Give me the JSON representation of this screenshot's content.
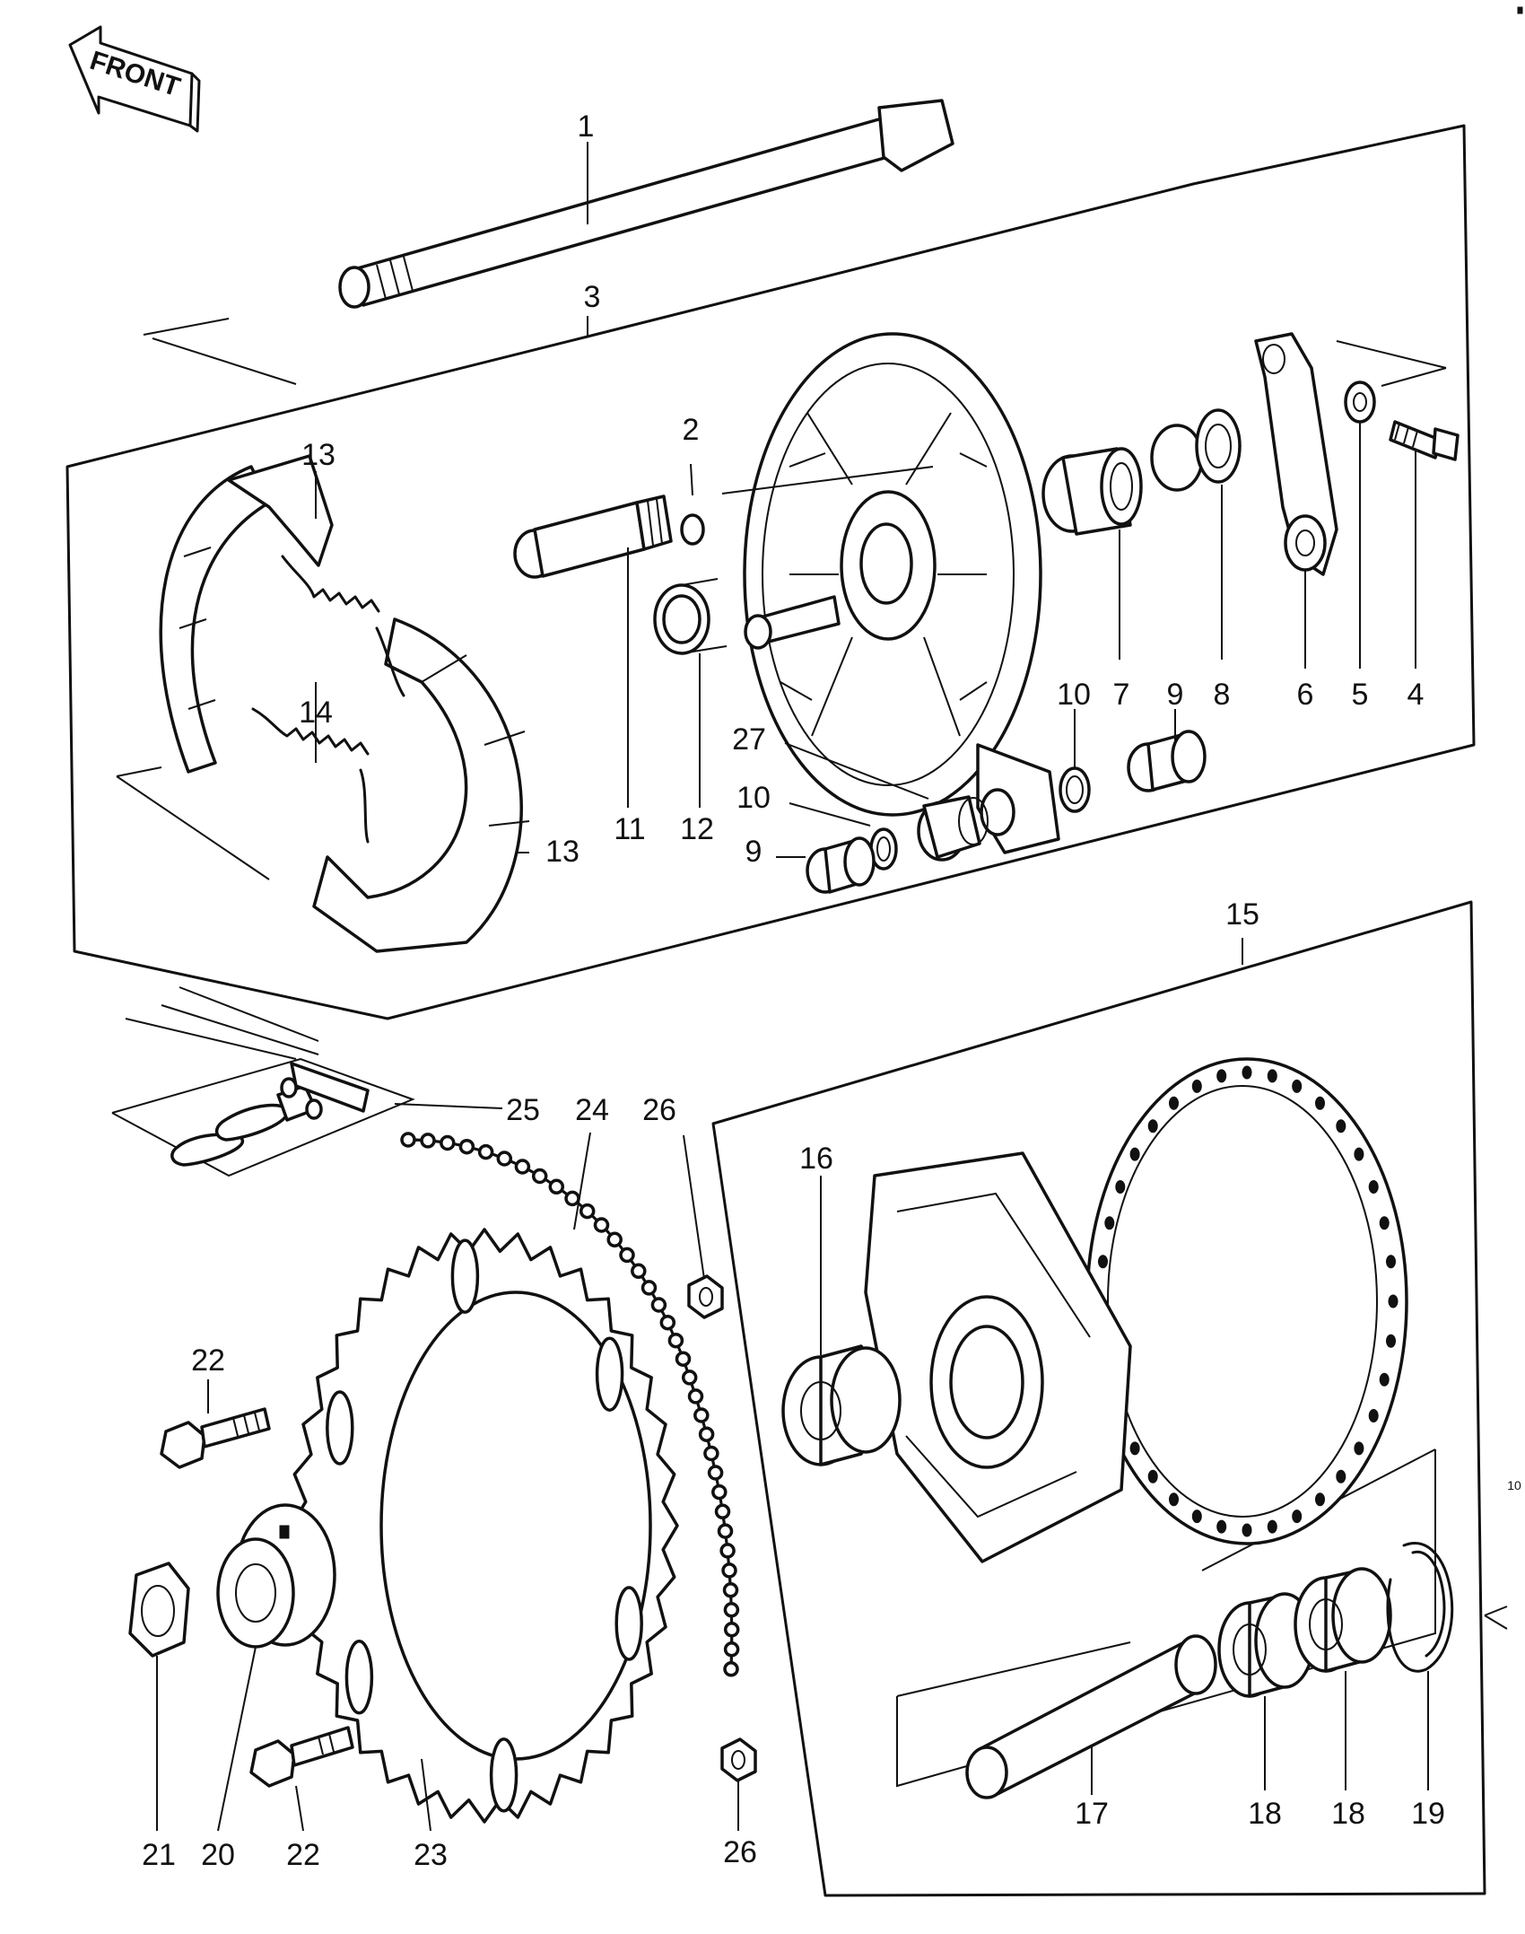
{
  "front_label": "FRONT",
  "side_mark": "10",
  "callouts": [
    {
      "id": "c1",
      "text": "1"
    },
    {
      "id": "c3",
      "text": "3"
    },
    {
      "id": "c13a",
      "text": "13"
    },
    {
      "id": "c2",
      "text": "2"
    },
    {
      "id": "c14",
      "text": "14"
    },
    {
      "id": "c11",
      "text": "11"
    },
    {
      "id": "c12",
      "text": "12"
    },
    {
      "id": "c13b",
      "text": "13"
    },
    {
      "id": "c10a",
      "text": "10"
    },
    {
      "id": "c7",
      "text": "7"
    },
    {
      "id": "c9a",
      "text": "9"
    },
    {
      "id": "c8",
      "text": "8"
    },
    {
      "id": "c6",
      "text": "6"
    },
    {
      "id": "c5",
      "text": "5"
    },
    {
      "id": "c4",
      "text": "4"
    },
    {
      "id": "c27",
      "text": "27"
    },
    {
      "id": "c10b",
      "text": "10"
    },
    {
      "id": "c9b",
      "text": "9"
    },
    {
      "id": "c15",
      "text": "15"
    },
    {
      "id": "c25",
      "text": "25"
    },
    {
      "id": "c24",
      "text": "24"
    },
    {
      "id": "c26a",
      "text": "26"
    },
    {
      "id": "c16",
      "text": "16"
    },
    {
      "id": "c22a",
      "text": "22"
    },
    {
      "id": "c17",
      "text": "17"
    },
    {
      "id": "c18a",
      "text": "18"
    },
    {
      "id": "c18b",
      "text": "18"
    },
    {
      "id": "c19",
      "text": "19"
    },
    {
      "id": "c21",
      "text": "21"
    },
    {
      "id": "c20",
      "text": "20"
    },
    {
      "id": "c22b",
      "text": "22"
    },
    {
      "id": "c23",
      "text": "23"
    },
    {
      "id": "c26b",
      "text": "26"
    }
  ]
}
